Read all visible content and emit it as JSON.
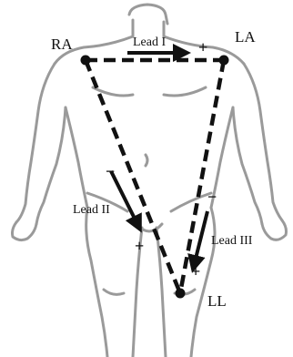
{
  "diagram": {
    "electrodes": {
      "right_arm": "RA",
      "left_arm": "LA",
      "left_leg": "LL"
    },
    "leads": [
      {
        "id": "lead-1",
        "label": "Lead I",
        "negative": "",
        "positive": "+"
      },
      {
        "id": "lead-2",
        "label": "Lead II",
        "negative": "−",
        "positive": "+"
      },
      {
        "id": "lead-3",
        "label": "Lead III",
        "negative": "−",
        "positive": "+"
      }
    ],
    "colors": {
      "body_outline": "#9a9a9a",
      "triangle": "#111111",
      "text": "#111111"
    }
  }
}
